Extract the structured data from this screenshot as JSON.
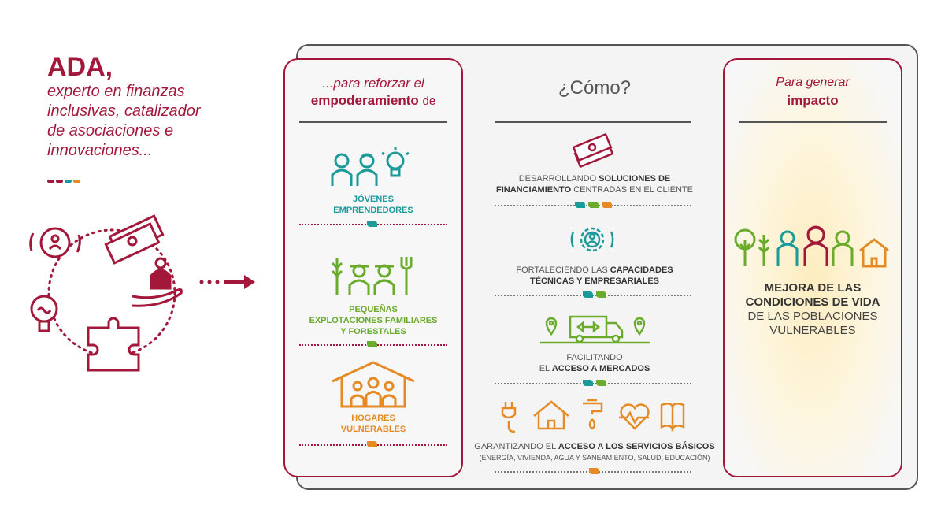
{
  "header": {
    "title": "ADA,",
    "subtitle_lines": [
      "experto en finanzas",
      "inclusivas, catalizador",
      "de asociaciones e",
      "innovaciones..."
    ]
  },
  "colors": {
    "crimson": "#a3183a",
    "teal": "#1c9a9a",
    "green": "#6aab2b",
    "orange": "#e58a25",
    "gray": "#555555"
  },
  "left_panel": {
    "heading_italic": "...para reforzar el",
    "heading_bold": "empoderamiento",
    "heading_tail": "de",
    "groups": [
      {
        "lines": [
          "JÓVENES",
          "EMPRENDEDORES"
        ],
        "icon": "young-entrepreneurs-icon"
      },
      {
        "lines": [
          "PEQUEÑAS",
          "EXPLOTACIONES FAMILIARES",
          "Y FORESTALES"
        ],
        "icon": "farmers-icon"
      },
      {
        "lines": [
          "HOGARES",
          "VULNERABLES"
        ],
        "icon": "household-icon"
      }
    ]
  },
  "center_panel": {
    "heading": "¿Cómo?",
    "items": [
      {
        "l1_pre": "DESARROLLANDO ",
        "l1_bold": "SOLUCIONES DE",
        "l2_bold": "FINANCIAMIENTO",
        "l2_post": " CENTRADAS EN EL CLIENTE",
        "icon": "money-stack-icon"
      },
      {
        "l1_pre": "FORTALECIENDO LAS ",
        "l1_bold": "CAPACIDADES",
        "l2_bold": "TÉCNICAS Y EMPRESARIALES",
        "l2_post": "",
        "icon": "gear-person-icon"
      },
      {
        "l1_pre": "FACILITANDO",
        "l1_bold": "",
        "l2_pre": "EL ",
        "l2_bold": "ACCESO A MERCADOS",
        "icon": "delivery-truck-icon"
      },
      {
        "l1_pre": "GARANTIZANDO EL ",
        "l1_bold": "ACCESO A LOS SERVICIOS BÁSICOS",
        "l2_post": "(ENERGÍA, VIVIENDA, AGUA Y SANEAMIENTO, SALUD, EDUCACIÓN)",
        "icon": "basic-services-icons"
      }
    ]
  },
  "right_panel": {
    "heading_italic": "Para generar",
    "heading_bold": "impacto",
    "impact_bold_1": "MEJORA DE LAS",
    "impact_bold_2": "CONDICIONES DE VIDA",
    "impact_3": "DE LAS POBLACIONES",
    "impact_4": "VULNERABLES"
  }
}
